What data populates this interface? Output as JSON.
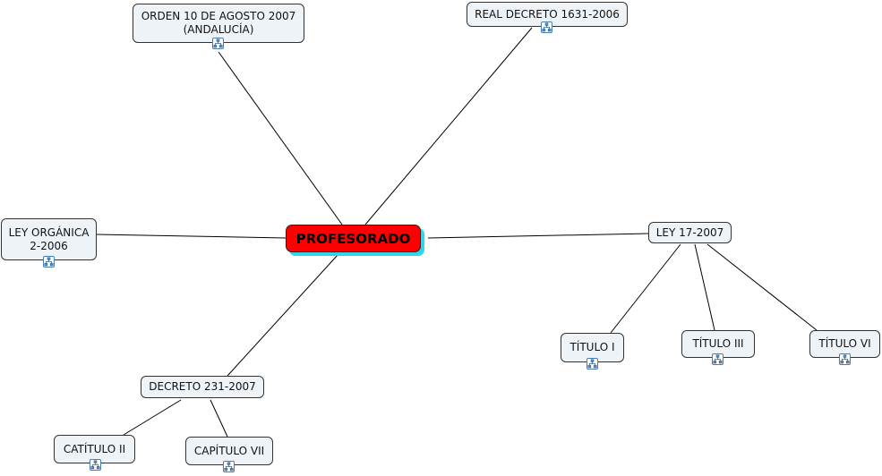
{
  "diagram": {
    "central": {
      "label": "PROFESORADO"
    },
    "nodes": [
      {
        "id": "orden",
        "label": "ORDEN 10 DE AGOSTO 2007\n(ANDALUCÍA)"
      },
      {
        "id": "real-decreto",
        "label": "REAL DECRETO 1631-2006"
      },
      {
        "id": "ley-organica",
        "label": "LEY ORGÁNICA\n2-2006"
      },
      {
        "id": "ley-17",
        "label": "LEY 17-2007"
      },
      {
        "id": "decreto-231",
        "label": "DECRETO 231-2007"
      },
      {
        "id": "titulo-i",
        "label": "TÍTULO I"
      },
      {
        "id": "titulo-iii",
        "label": "TÍTULO III"
      },
      {
        "id": "titulo-vi",
        "label": "TÍTULO VI"
      },
      {
        "id": "catitulo-ii",
        "label": "CATÍTULO II"
      },
      {
        "id": "capitulo-vii",
        "label": "CAPÍTULO VII"
      }
    ],
    "colors": {
      "central_fill": "#ff0000",
      "central_shadow": "#2fd6e8",
      "node_fill": "#eef3f7",
      "connector": "#000000"
    },
    "icon": "concept-map-link-icon"
  }
}
